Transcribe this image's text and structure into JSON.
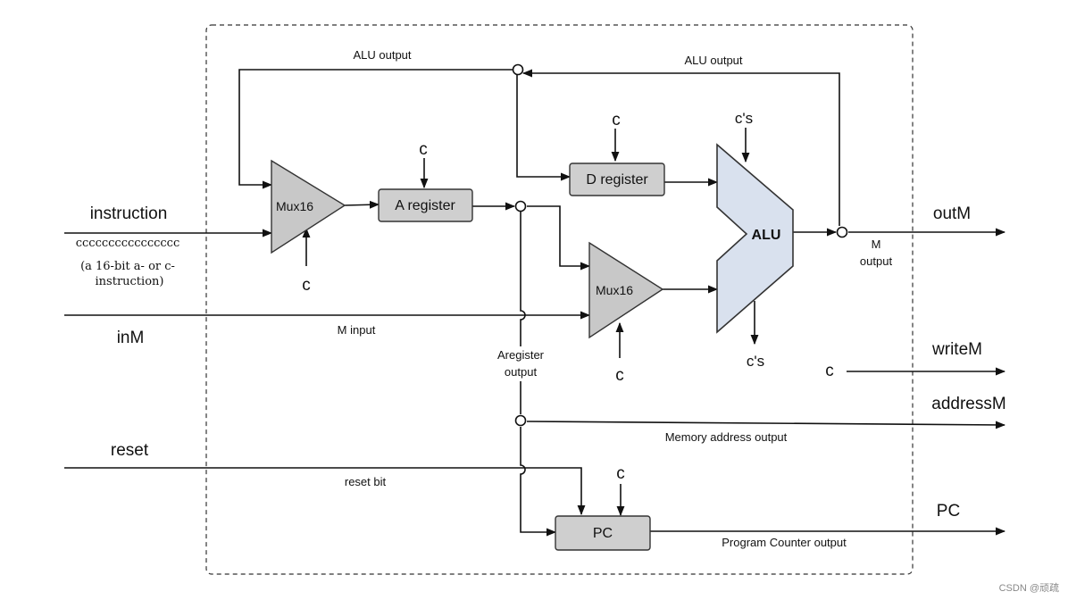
{
  "labels": {
    "alu_output_left": "ALU output",
    "alu_output_right": "ALU output",
    "instruction": "instruction",
    "instruction_bits": "cccccccccccccccc",
    "instruction_note_1": "(a 16-bit a-  or  c-",
    "instruction_note_2": "instruction)",
    "inM": "inM",
    "m_input": "M input",
    "reset": "reset",
    "reset_bit": "reset bit",
    "outM": "outM",
    "m_output_1": "M",
    "m_output_2": "output",
    "writeM": "writeM",
    "addressM": "addressM",
    "pc_out": "PC",
    "aregister_output_1": "Aregister",
    "aregister_output_2": "output",
    "memory_address_output": "Memory address output",
    "program_counter_output": "Program Counter output",
    "c": "c",
    "cs": "c's",
    "watermark": "CSDN @顽疏"
  },
  "components": {
    "mux_top": "Mux16",
    "mux_bottom": "Mux16",
    "a_register": "A register",
    "d_register": "D register",
    "alu": "ALU",
    "pc": "PC"
  }
}
